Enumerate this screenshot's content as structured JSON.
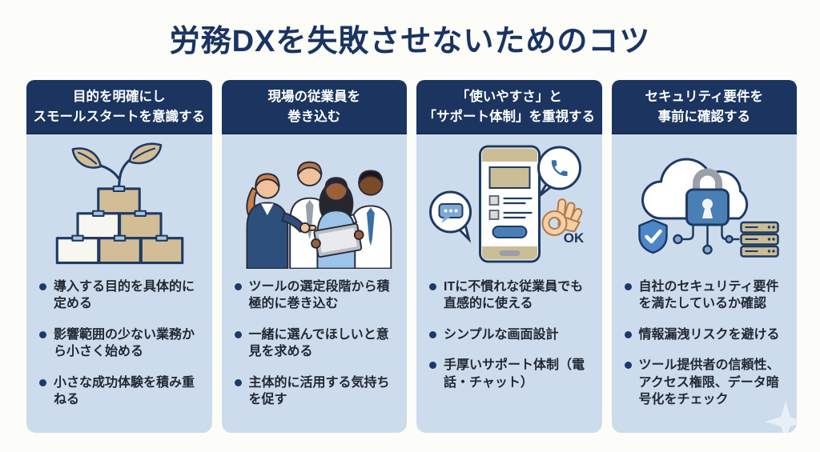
{
  "title": "労務DXを失敗させないためのコツ",
  "colors": {
    "background": "#fcfcf8",
    "title_text": "#1a3462",
    "header_bg": "#1b3560",
    "card_bg": "#cddcec",
    "bullet_dot": "#1a3a6e",
    "body_text": "#212833",
    "accent_blue": "#4a7fb5",
    "tan": "#cbbd96"
  },
  "cards": [
    {
      "header": [
        "目的を明確にし",
        "スモールスタートを意識する"
      ],
      "illustration": "sprout-on-building-blocks",
      "bullets": [
        "導入する目的を具体的に定める",
        "影響範囲の少ない業務から小さく始める",
        "小さな成功体験を積み重ねる"
      ]
    },
    {
      "header": [
        "現場の従業員を",
        "巻き込む"
      ],
      "illustration": "team-looking-at-tablet",
      "bullets": [
        "ツールの選定段階から積極的に巻き込む",
        "一緒に選んでほしいと意見を求める",
        "主体的に活用する気持ちを促す"
      ]
    },
    {
      "header": [
        "「使いやすさ」と",
        "「サポート体制」を重視する"
      ],
      "illustration": "phone-support-ok-hand",
      "ok_label": "OK",
      "bullets": [
        "ITに不慣れな従業員でも直感的に使える",
        "シンプルな画面設計",
        "手厚いサポート体制（電話・チャット）"
      ]
    },
    {
      "header": [
        "セキュリティ要件を",
        "事前に確認する"
      ],
      "illustration": "cloud-lock-security",
      "bullets": [
        "自社のセキュリティ要件を満たしているか確認",
        "情報漏洩リスクを避ける",
        "ツール提供者の信頼性、アクセス権限、データ暗号化をチェック"
      ]
    }
  ]
}
